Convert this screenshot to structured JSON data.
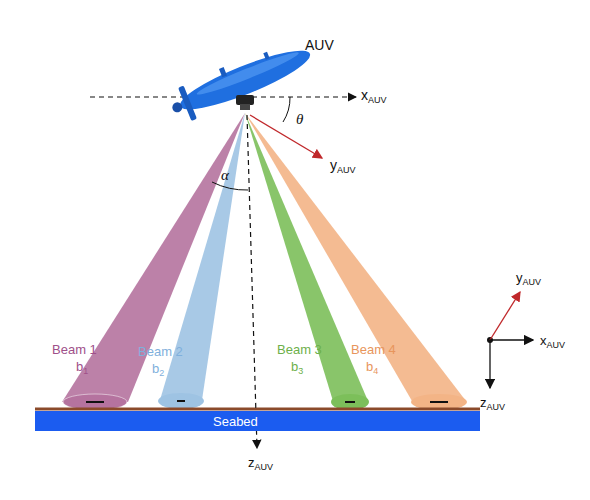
{
  "diagram": {
    "nodes": [
      {
        "text": [
          "Seabed"
        ]
      }
    ],
    "labels": [
      "AUV",
      "xAUV",
      "θ",
      "yAUV",
      "α",
      "Beam 1",
      "b1",
      "Beam 2",
      "b2",
      "Beam 3",
      "b3",
      "Beam 4",
      "b4",
      "zAUV",
      "yAUV",
      "xAUV",
      "zAUV"
    ]
  }
}
